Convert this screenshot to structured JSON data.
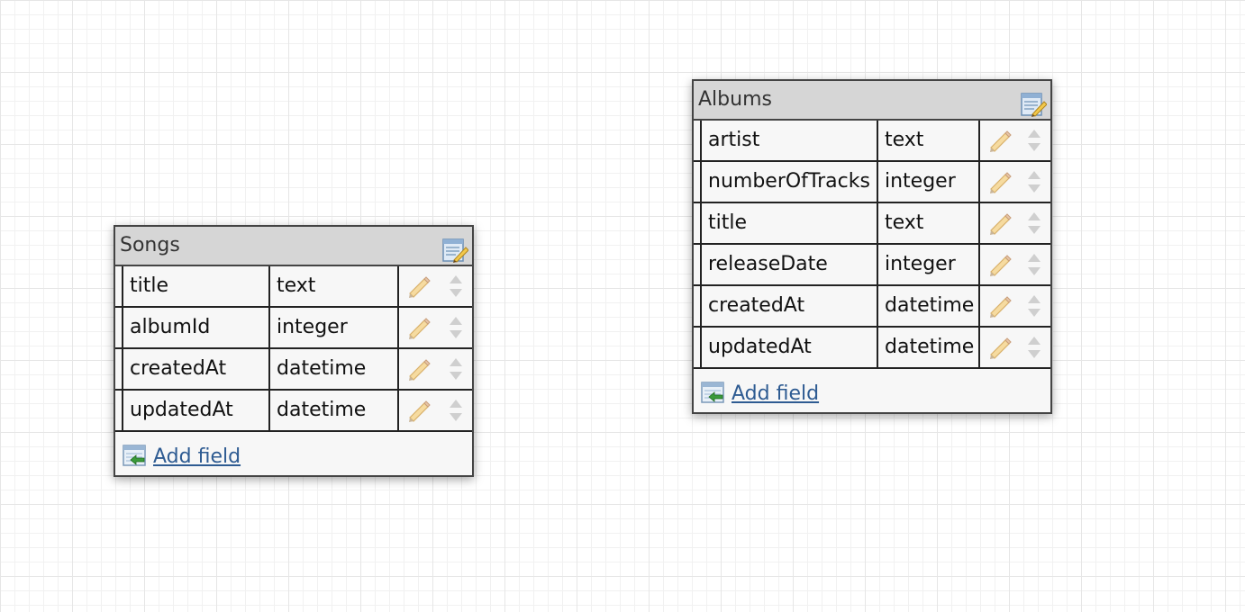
{
  "tables": {
    "songs": {
      "title": "Songs",
      "fields": [
        {
          "name": "title",
          "type": "text"
        },
        {
          "name": "albumId",
          "type": "integer"
        },
        {
          "name": "createdAt",
          "type": "datetime"
        },
        {
          "name": "updatedAt",
          "type": "datetime"
        }
      ],
      "add_field_label": "Add field"
    },
    "albums": {
      "title": "Albums",
      "fields": [
        {
          "name": "artist",
          "type": "text"
        },
        {
          "name": "numberOfTracks",
          "type": "integer"
        },
        {
          "name": "title",
          "type": "text"
        },
        {
          "name": "releaseDate",
          "type": "integer"
        },
        {
          "name": "createdAt",
          "type": "datetime"
        },
        {
          "name": "updatedAt",
          "type": "datetime"
        }
      ],
      "add_field_label": "Add field"
    }
  },
  "icons": {
    "table_edit": "edit-table-icon",
    "field_edit": "pencil-icon",
    "field_sort": "sort-arrows-icon",
    "add_field": "add-field-icon"
  },
  "colors": {
    "link": "#2e5b92",
    "header_bg": "#d6d6d6",
    "body_bg": "#f7f7f7"
  }
}
